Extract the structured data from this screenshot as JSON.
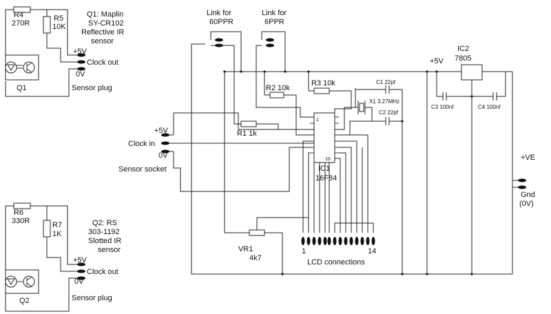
{
  "sensor1": {
    "r_top_ref": "R4",
    "r_top_val": "270R",
    "r_side_ref": "R5",
    "r_side_val": "10K",
    "title_1": "Q1: Maplin",
    "title_2": "SY-CR102",
    "title_3": "Reflective IR",
    "title_4": "sensor",
    "pin_1": "+5V",
    "pin_2": "Clock out",
    "pin_3": "0V",
    "ref": "Q1",
    "plug": "Sensor plug"
  },
  "sensor2": {
    "r_top_ref": "R6",
    "r_top_val": "330R",
    "r_side_ref": "R7",
    "r_side_val": "1K",
    "title_1": "Q2: RS",
    "title_2": "303-1192",
    "title_3": "Slotted IR",
    "title_4": "sensor",
    "pin_1": "+5V",
    "pin_2": "Clock out",
    "pin_3": "0V",
    "ref": "Q2",
    "plug": "Sensor plug"
  },
  "main": {
    "link60_1": "Link for",
    "link60_2": "60PPR",
    "link6_1": "Link for",
    "link6_2": "6PPR",
    "socket_1": "+5V",
    "socket_2": "Clock in",
    "socket_3": "0V",
    "socket_label": "Sensor socket",
    "r1": "R1 1k",
    "r2": "R2 10k",
    "r3": "R3 10k",
    "c1": "C1 22pf",
    "c2": "C2 22pf",
    "x1": "X1 3.27MHz",
    "ic1_ref": "IC1",
    "ic1_part": "16F84",
    "ic1_pin1": "1",
    "ic1_pin10": "10",
    "vr1_ref": "VR1",
    "vr1_val": "4k7",
    "lcd_first": "1",
    "lcd_last": "14",
    "lcd_label": "LCD connections",
    "plus5v": "+5V",
    "ic2_ref": "IC2",
    "ic2_part": "7805",
    "c3": "C3 100nf",
    "c4": "C4 100nf",
    "ve": "+VE",
    "gnd_1": "Gnd",
    "gnd_2": "(0V)"
  }
}
